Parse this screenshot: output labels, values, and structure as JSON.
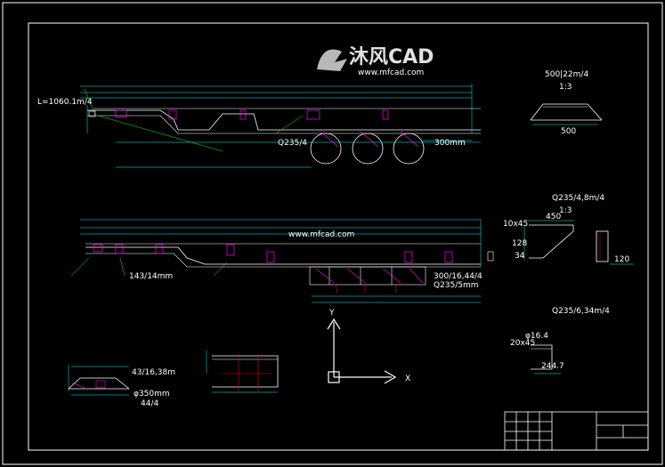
{
  "watermark": {
    "brand": "沐风CAD",
    "url": "www.mfcad.com",
    "center_text": "www.mfcad.com"
  },
  "notes": {
    "top_left_length": "L=1060.1m/4",
    "plate_2_label": "Q235/4",
    "plate_300": "300mm",
    "top_right_title": "500|22m/4",
    "scale_1": "1:3",
    "dim_500": "500",
    "mid_right_title": "Q235/4,8m/4",
    "scale_2": "1:3",
    "dim_450": "450",
    "dim_10x45": "10x45",
    "dim_120": "120",
    "dim_34": "34",
    "dim_128": "128",
    "lower_right_title": "Q235/6,34m/4",
    "dim_20x45": "20x45",
    "dim_244": "244.7",
    "dim_ya": "φ16.4",
    "lower_left_1": "43/16,38m",
    "lower_left_2": "φ350mm",
    "lower_left_3": "44/4",
    "mid_left_1": "143/14mm",
    "mid_bottom_1": "300/16,44/4",
    "mid_bottom_2": "Q235/5mm",
    "axis_x": "X",
    "axis_y": "Y"
  },
  "title_block": {
    "label_a": "",
    "label_b": ""
  },
  "colors": {
    "outline": "#ffffff",
    "dimension": "#00ffff",
    "part": "#ff00ff",
    "note": "#00ff00",
    "hidden": "#ffff00",
    "annotation": "#ff0000"
  }
}
